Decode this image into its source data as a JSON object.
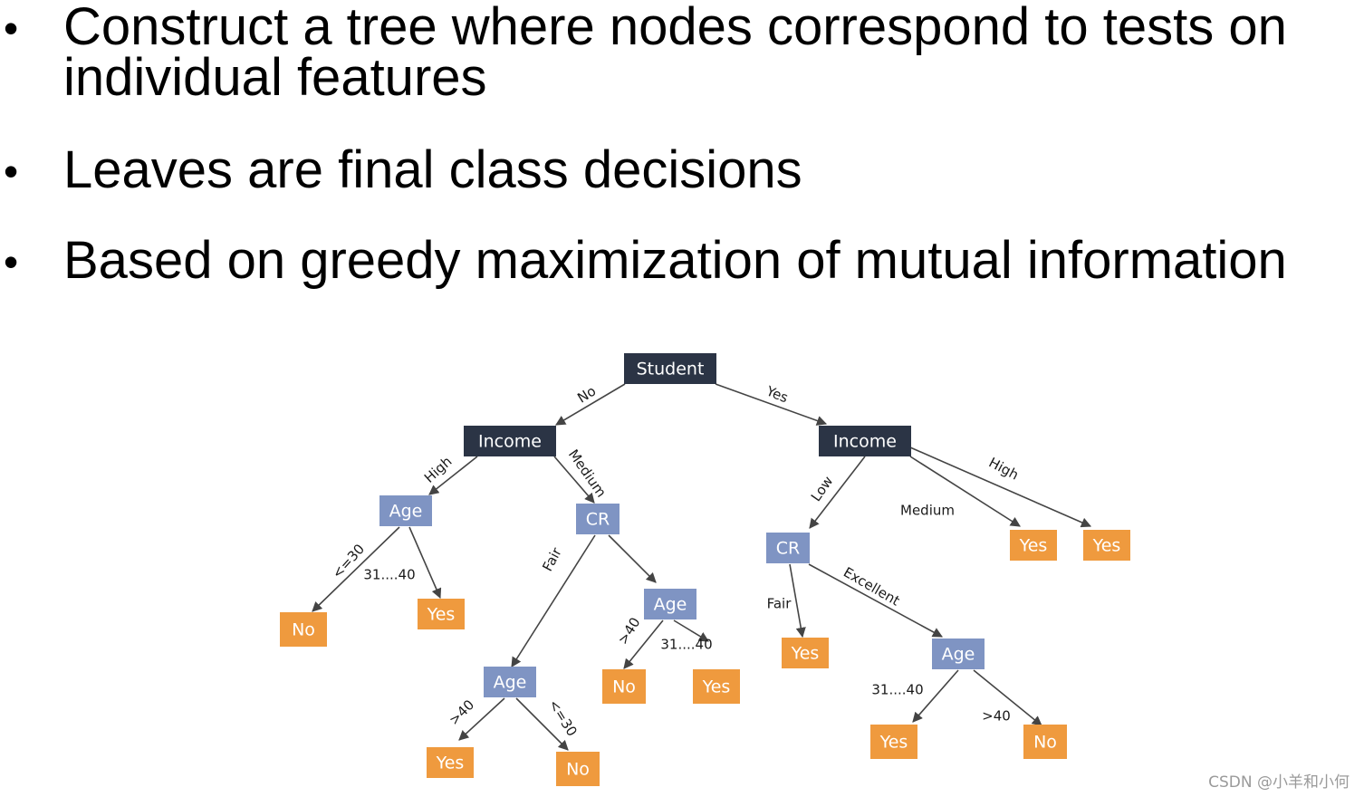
{
  "bullets": [
    {
      "lines": [
        "Construct a tree where nodes correspond to tests on",
        "individual features"
      ]
    },
    {
      "lines": [
        "Leaves are final class decisions"
      ]
    },
    {
      "lines": [
        "Based on greedy maximization of mutual information"
      ]
    }
  ],
  "bullet_symbol": "•",
  "colors": {
    "root_node": "#2b3445",
    "attribute_node": "#7f94c3",
    "leaf_node": "#ef9a3e",
    "edge": "#444444"
  },
  "tree": {
    "nodes": [
      {
        "id": "student",
        "label": "Student",
        "kind": "root"
      },
      {
        "id": "income-left",
        "label": "Income",
        "kind": "root"
      },
      {
        "id": "income-right",
        "label": "Income",
        "kind": "root"
      },
      {
        "id": "age-high",
        "label": "Age",
        "kind": "attribute"
      },
      {
        "id": "cr-medium",
        "label": "CR",
        "kind": "attribute"
      },
      {
        "id": "leaf-no-1",
        "label": "No",
        "kind": "leaf"
      },
      {
        "id": "leaf-yes-1",
        "label": "Yes",
        "kind": "leaf"
      },
      {
        "id": "age-excellent-left",
        "label": "Age",
        "kind": "attribute"
      },
      {
        "id": "age-fair-left",
        "label": "Age",
        "kind": "attribute"
      },
      {
        "id": "leaf-no-2",
        "label": "No",
        "kind": "leaf"
      },
      {
        "id": "leaf-yes-2",
        "label": "Yes",
        "kind": "leaf"
      },
      {
        "id": "leaf-yes-3",
        "label": "Yes",
        "kind": "leaf"
      },
      {
        "id": "leaf-no-3",
        "label": "No",
        "kind": "leaf"
      },
      {
        "id": "cr-low",
        "label": "CR",
        "kind": "attribute"
      },
      {
        "id": "leaf-yes-medium",
        "label": "Yes",
        "kind": "leaf"
      },
      {
        "id": "leaf-yes-high",
        "label": "Yes",
        "kind": "leaf"
      },
      {
        "id": "leaf-yes-fair",
        "label": "Yes",
        "kind": "leaf"
      },
      {
        "id": "age-excellent-right",
        "label": "Age",
        "kind": "attribute"
      },
      {
        "id": "leaf-yes-4",
        "label": "Yes",
        "kind": "leaf"
      },
      {
        "id": "leaf-no-4",
        "label": "No",
        "kind": "leaf"
      }
    ],
    "edges": [
      {
        "from": "student",
        "to": "income-left",
        "label": "No"
      },
      {
        "from": "student",
        "to": "income-right",
        "label": "Yes"
      },
      {
        "from": "income-left",
        "to": "age-high",
        "label": "High"
      },
      {
        "from": "income-left",
        "to": "cr-medium",
        "label": "Medium"
      },
      {
        "from": "age-high",
        "to": "leaf-no-1",
        "label": "<=30"
      },
      {
        "from": "age-high",
        "to": "leaf-yes-1",
        "label": "31....40"
      },
      {
        "from": "cr-medium",
        "to": "age-fair-left",
        "label": "Fair"
      },
      {
        "from": "cr-medium",
        "to": "age-excellent-left",
        "label": ""
      },
      {
        "from": "age-excellent-left",
        "to": "leaf-no-2",
        "label": ">40"
      },
      {
        "from": "age-excellent-left",
        "to": "leaf-yes-2",
        "label": "31....40"
      },
      {
        "from": "age-fair-left",
        "to": "leaf-yes-3",
        "label": ">40"
      },
      {
        "from": "age-fair-left",
        "to": "leaf-no-3",
        "label": "<=30"
      },
      {
        "from": "income-right",
        "to": "cr-low",
        "label": "Low"
      },
      {
        "from": "income-right",
        "to": "leaf-yes-medium",
        "label": "Medium"
      },
      {
        "from": "income-right",
        "to": "leaf-yes-high",
        "label": "High"
      },
      {
        "from": "cr-low",
        "to": "leaf-yes-fair",
        "label": "Fair"
      },
      {
        "from": "cr-low",
        "to": "age-excellent-right",
        "label": "Excellent"
      },
      {
        "from": "age-excellent-right",
        "to": "leaf-yes-4",
        "label": "31....40"
      },
      {
        "from": "age-excellent-right",
        "to": "leaf-no-4",
        "label": ">40"
      }
    ]
  },
  "watermark": "CSDN @小羊和小何"
}
